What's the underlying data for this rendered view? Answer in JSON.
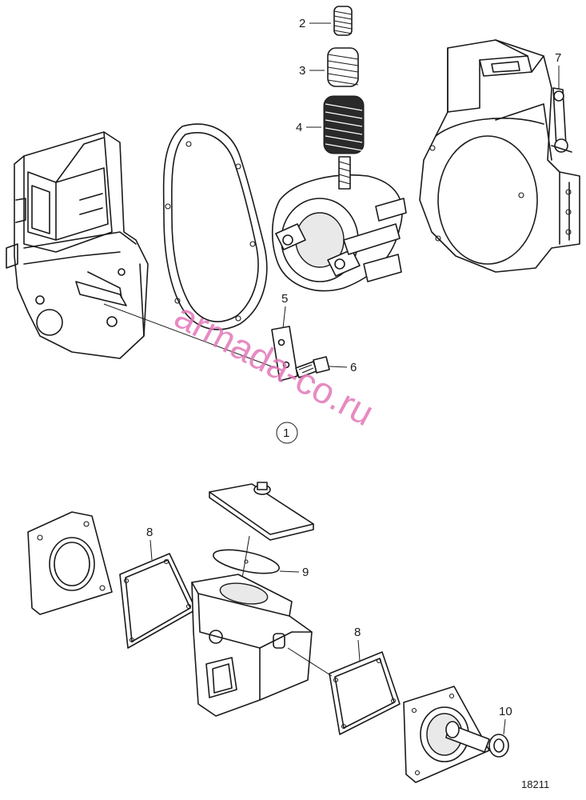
{
  "labels": {
    "p1": "1",
    "p2": "2",
    "p3": "3",
    "p4": "4",
    "p5": "5",
    "p6": "6",
    "p7": "7",
    "p8a": "8",
    "p8b": "8",
    "p9": "9",
    "p10": "10"
  },
  "figure_ref": "18211",
  "watermark": "armada-co.ru",
  "colors": {
    "ink": "#1a1a1a",
    "watermark": "#e277b8",
    "background": "#ffffff"
  }
}
